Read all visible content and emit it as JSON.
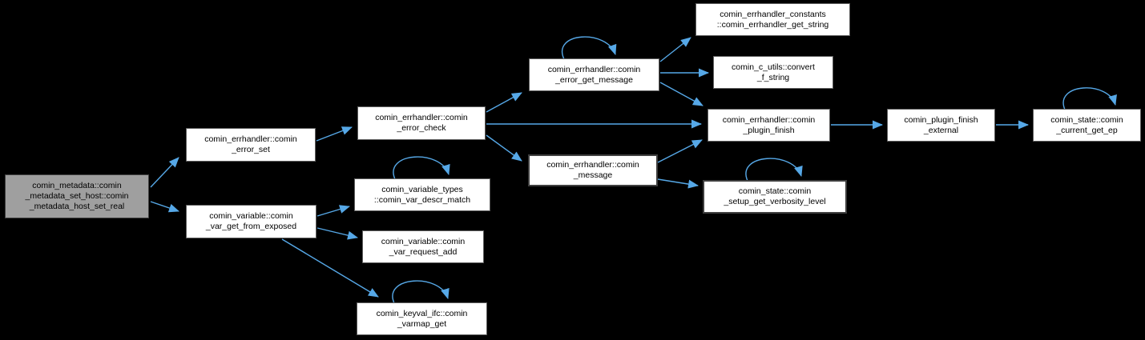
{
  "diagram": {
    "type": "call-graph",
    "background_color": "#000000",
    "edge_color": "#56a8e7",
    "node_fill": "#ffffff",
    "node_border": "#5f5f5f",
    "focus_node_fill": "#9f9f9f"
  },
  "nodes": [
    {
      "id": "metadata_host_set_real",
      "full_name": "comin_metadata::comin_metadata_set_host::comin_metadata_host_set_real",
      "lines": [
        "comin_metadata::comin",
        "_metadata_set_host::comin",
        "_metadata_host_set_real"
      ]
    },
    {
      "id": "error_set",
      "full_name": "comin_errhandler::comin_error_set",
      "lines": [
        "comin_errhandler::comin",
        "_error_set"
      ]
    },
    {
      "id": "var_get_from_exposed",
      "full_name": "comin_variable::comin_var_get_from_exposed",
      "lines": [
        "comin_variable::comin",
        "_var_get_from_exposed"
      ]
    },
    {
      "id": "error_check",
      "full_name": "comin_errhandler::comin_error_check",
      "lines": [
        "comin_errhandler::comin",
        "_error_check"
      ]
    },
    {
      "id": "var_descr_match",
      "full_name": "comin_variable_types::comin_var_descr_match",
      "lines": [
        "comin_variable_types",
        "::comin_var_descr_match"
      ]
    },
    {
      "id": "var_request_add",
      "full_name": "comin_variable::comin_var_request_add",
      "lines": [
        "comin_variable::comin",
        "_var_request_add"
      ]
    },
    {
      "id": "varmap_get",
      "full_name": "comin_keyval_ifc::comin_varmap_get",
      "lines": [
        "comin_keyval_ifc::comin",
        "_varmap_get"
      ]
    },
    {
      "id": "error_get_message",
      "full_name": "comin_errhandler::comin_error_get_message",
      "lines": [
        "comin_errhandler::comin",
        "_error_get_message"
      ]
    },
    {
      "id": "message",
      "full_name": "comin_errhandler::comin_message",
      "lines": [
        "comin_errhandler::comin",
        "_message"
      ]
    },
    {
      "id": "errhandler_get_string",
      "full_name": "comin_errhandler_constants::comin_errhandler_get_string",
      "lines": [
        "comin_errhandler_constants",
        "::comin_errhandler_get_string"
      ]
    },
    {
      "id": "convert_f_string",
      "full_name": "comin_c_utils::convert_f_string",
      "lines": [
        "comin_c_utils::convert",
        "_f_string"
      ]
    },
    {
      "id": "plugin_finish",
      "full_name": "comin_errhandler::comin_plugin_finish",
      "lines": [
        "comin_errhandler::comin",
        "_plugin_finish"
      ]
    },
    {
      "id": "setup_get_verbosity_level",
      "full_name": "comin_state::comin_setup_get_verbosity_level",
      "lines": [
        "comin_state::comin",
        "_setup_get_verbosity_level"
      ]
    },
    {
      "id": "plugin_finish_external",
      "full_name": "comin_plugin_finish_external",
      "lines": [
        "comin_plugin_finish",
        "_external"
      ]
    },
    {
      "id": "current_get_ep",
      "full_name": "comin_state::comin_current_get_ep",
      "lines": [
        "comin_state::comin",
        "_current_get_ep"
      ]
    }
  ],
  "edges": [
    {
      "from": "metadata_host_set_real",
      "to": "error_set"
    },
    {
      "from": "metadata_host_set_real",
      "to": "var_get_from_exposed"
    },
    {
      "from": "error_set",
      "to": "error_check"
    },
    {
      "from": "error_check",
      "to": "error_get_message"
    },
    {
      "from": "error_check",
      "to": "plugin_finish"
    },
    {
      "from": "error_check",
      "to": "message"
    },
    {
      "from": "error_get_message",
      "to": "error_get_message"
    },
    {
      "from": "error_get_message",
      "to": "errhandler_get_string"
    },
    {
      "from": "error_get_message",
      "to": "convert_f_string"
    },
    {
      "from": "error_get_message",
      "to": "plugin_finish"
    },
    {
      "from": "message",
      "to": "plugin_finish"
    },
    {
      "from": "message",
      "to": "setup_get_verbosity_level"
    },
    {
      "from": "setup_get_verbosity_level",
      "to": "setup_get_verbosity_level"
    },
    {
      "from": "plugin_finish",
      "to": "plugin_finish_external"
    },
    {
      "from": "plugin_finish_external",
      "to": "current_get_ep"
    },
    {
      "from": "current_get_ep",
      "to": "current_get_ep"
    },
    {
      "from": "var_get_from_exposed",
      "to": "var_descr_match"
    },
    {
      "from": "var_descr_match",
      "to": "var_descr_match"
    },
    {
      "from": "var_get_from_exposed",
      "to": "var_request_add"
    },
    {
      "from": "var_get_from_exposed",
      "to": "varmap_get"
    },
    {
      "from": "varmap_get",
      "to": "varmap_get"
    }
  ]
}
